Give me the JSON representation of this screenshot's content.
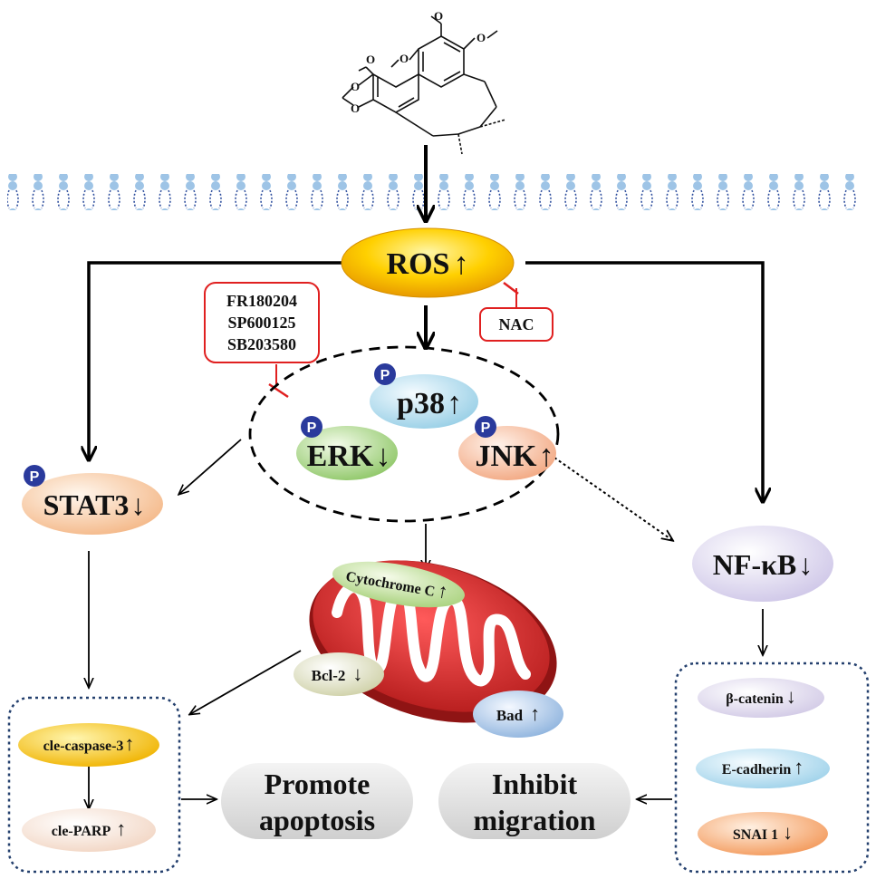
{
  "molecule": {
    "methoxy_1": "O",
    "methoxy_2": "O",
    "methoxy_3": "O",
    "methoxy_4": "O",
    "dioxole_o1": "O",
    "dioxole_o2": "O"
  },
  "ros": {
    "label": "ROS",
    "arrow": "↑"
  },
  "inhibitors": {
    "line1": "FR180204",
    "line2": "SP600125",
    "line3": "SB203580"
  },
  "nac": {
    "label": "NAC"
  },
  "mapk": {
    "p38": {
      "label": "p38",
      "arrow": "↑",
      "phospho": "P"
    },
    "erk": {
      "label": "ERK",
      "arrow": "↓",
      "phospho": "P"
    },
    "jnk": {
      "label": "JNK",
      "arrow": "↑",
      "phospho": "P"
    }
  },
  "stat3": {
    "label": "STAT3",
    "arrow": "↓",
    "phospho": "P"
  },
  "nfkb": {
    "label": "NF-κB",
    "arrow": "↓"
  },
  "mito": {
    "cytochrome": {
      "label": "Cytochrome C",
      "arrow": "↑"
    },
    "bcl2": {
      "label": "Bcl-2",
      "arrow": "↓"
    },
    "bad": {
      "label": "Bad",
      "arrow": "↑"
    }
  },
  "apoptosis_box": {
    "caspase": {
      "label": "cle-caspase-3",
      "arrow": "↑"
    },
    "parp": {
      "label": "cle-PARP",
      "arrow": "↑"
    }
  },
  "migration_box": {
    "catenin": {
      "label": "β-catenin",
      "arrow": "↓"
    },
    "cadherin": {
      "label": "E-cadherin",
      "arrow": "↑"
    },
    "snai": {
      "label": "SNAI 1",
      "arrow": "↓"
    }
  },
  "outcomes": {
    "apoptosis_line1": "Promote",
    "apoptosis_line2": "apoptosis",
    "migration_line1": "Inhibit",
    "migration_line2": "migration"
  },
  "colors": {
    "ros": "#f5b800",
    "p38": "#a8d8ea",
    "erk": "#9ccf7a",
    "jnk": "#f6b79a",
    "stat3": "#f8c8a0",
    "nfkb": "#dcd6ee",
    "mito": "#d22a2a",
    "inhibit_red": "#e02020",
    "box_border": "#24406e",
    "phospho": "#2a3a9c"
  }
}
